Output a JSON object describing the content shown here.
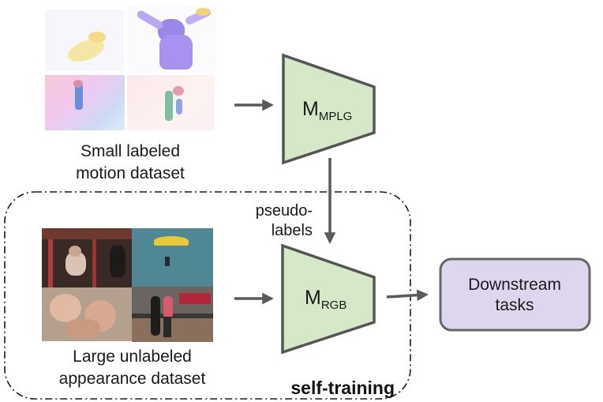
{
  "motion_caption": [
    "Small labeled",
    "motion dataset"
  ],
  "appearance_caption": [
    "Large unlabeled",
    "appearance dataset"
  ],
  "mplg_model": {
    "base": "M",
    "subscript": "MPLG"
  },
  "rgb_model": {
    "base": "M",
    "subscript": "RGB"
  },
  "pseudo_label": [
    "pseudo-",
    "labels"
  ],
  "downstream": [
    "Downstream",
    "tasks"
  ],
  "self_training_label": "self-training",
  "colors": {
    "model_fill": "#d5e8c8",
    "model_stroke": "#555555",
    "task_fill": "#ded6ee",
    "arrow": "#5a5a5a"
  }
}
